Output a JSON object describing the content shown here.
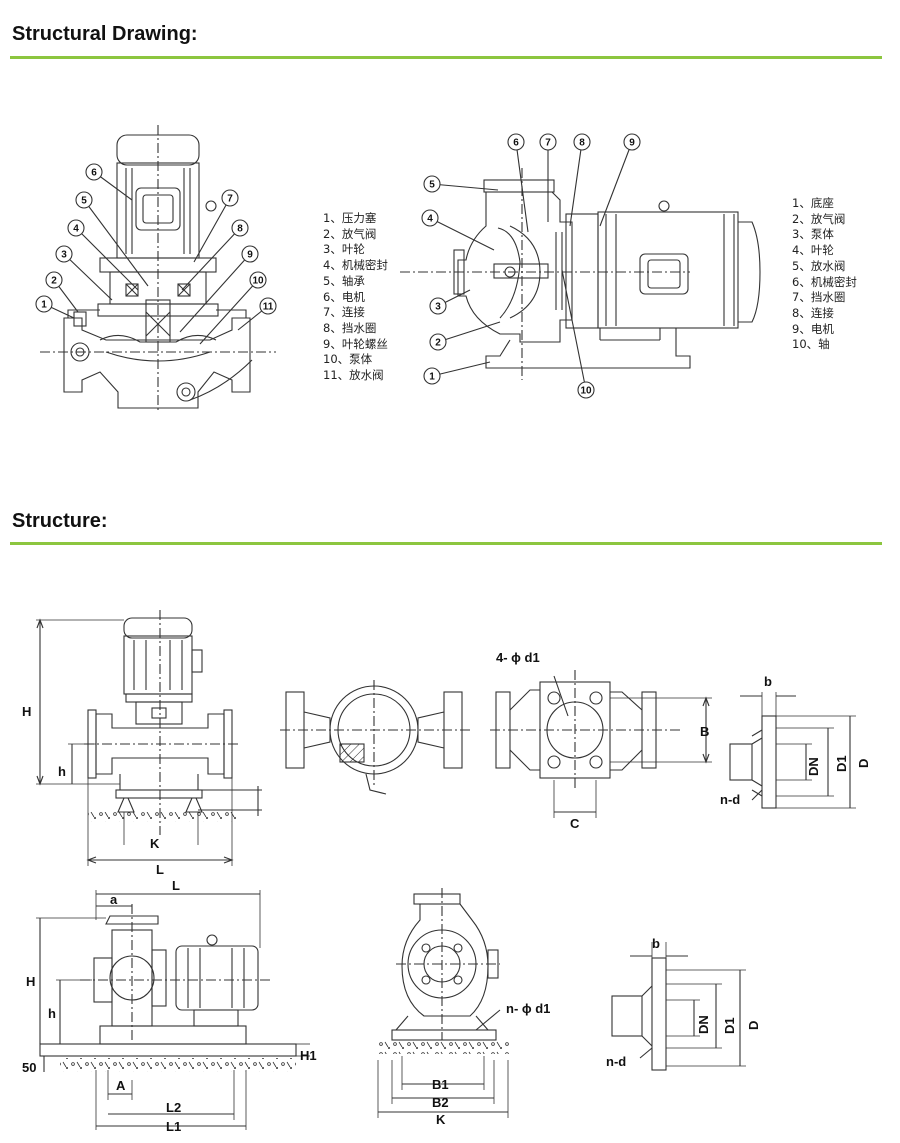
{
  "sections": {
    "structural_drawing": "Structural Drawing:",
    "structure": "Structure:"
  },
  "colors": {
    "accent_rule": "#8cc63f",
    "line": "#333333"
  },
  "drawing_left": {
    "callouts": [
      "1",
      "2",
      "3",
      "4",
      "5",
      "6",
      "7",
      "8",
      "9",
      "10",
      "11"
    ],
    "legend": [
      "1、压力塞",
      "2、放气阀",
      "3、叶轮",
      "4、机械密封",
      "5、轴承",
      "6、电机",
      "7、连接",
      "8、挡水圈",
      "9、叶轮螺丝",
      "10、泵体",
      "11、放水阀"
    ]
  },
  "drawing_right": {
    "callouts": [
      "1",
      "2",
      "3",
      "4",
      "5",
      "6",
      "7",
      "8",
      "9",
      "10"
    ],
    "legend": [
      "1、底座",
      "2、放气阀",
      "3、泵体",
      "4、叶轮",
      "5、放水阀",
      "6、机械密封",
      "7、挡水圈",
      "8、连接",
      "9、电机",
      "10、轴"
    ]
  },
  "dimensions_vertical": {
    "H": "H",
    "h": "h",
    "K": "K",
    "L": "L",
    "flange_holes": "4- ϕ d1",
    "B": "B",
    "C": "C",
    "b": "b",
    "DN": "DN",
    "D1": "D1",
    "D": "D",
    "nd": "n-d"
  },
  "dimensions_horizontal": {
    "L": "L",
    "a": "a",
    "H": "H",
    "h": "h",
    "H1": "H1",
    "fifty": "50",
    "A": "A",
    "L2": "L2",
    "L1": "L1",
    "nd1": "n- ϕ d1",
    "B1": "B1",
    "B2": "B2",
    "K": "K",
    "b": "b",
    "DN": "DN",
    "D1": "D1",
    "D": "D",
    "nd": "n-d"
  }
}
